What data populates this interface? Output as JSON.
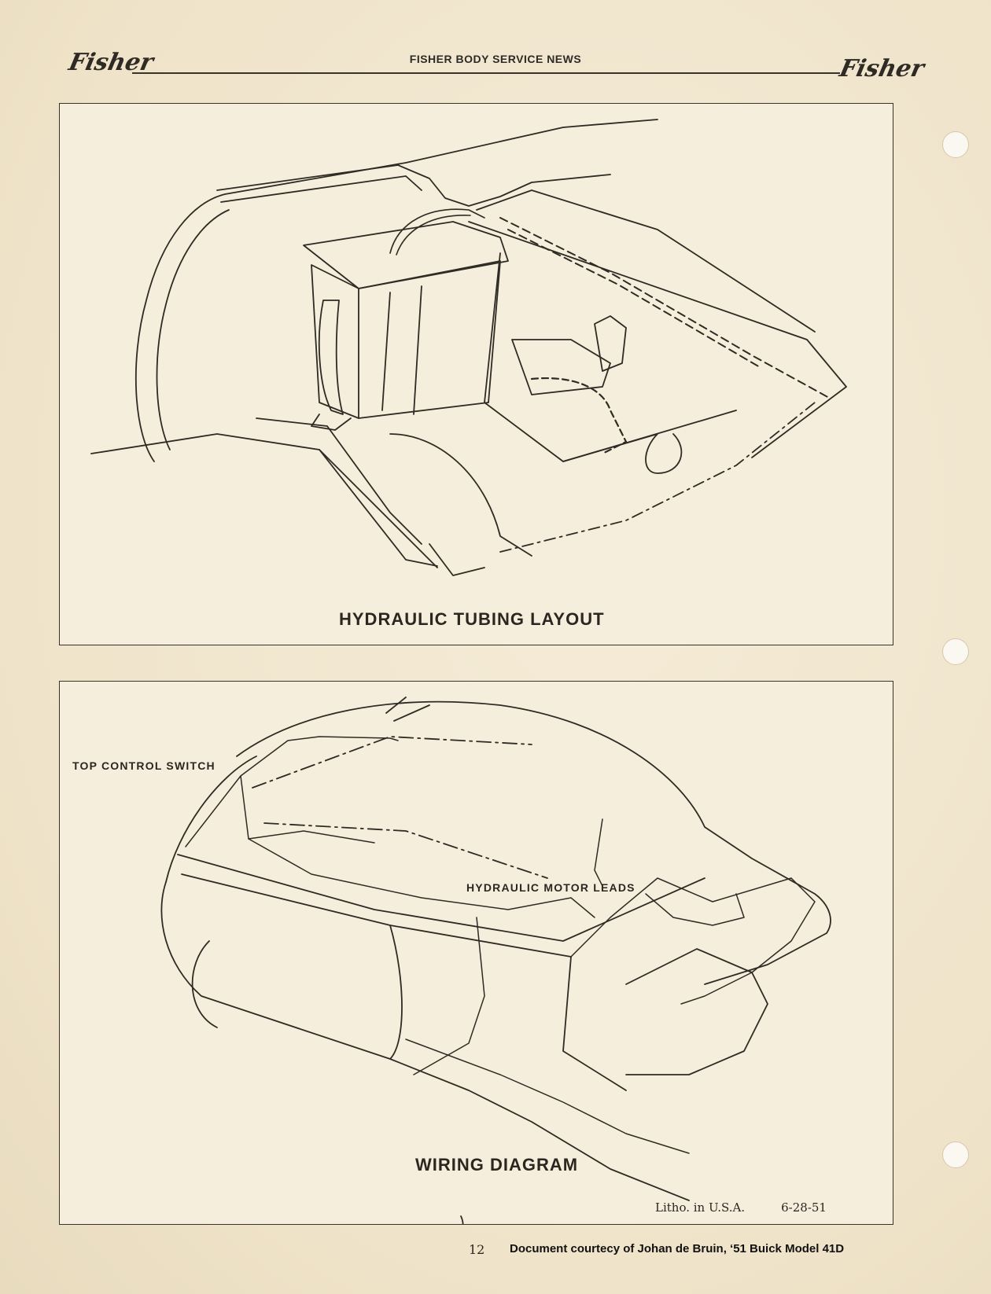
{
  "header": {
    "logo_left": "Fisher",
    "logo_right": "Fisher",
    "title": "FISHER BODY SERVICE NEWS"
  },
  "figure_top": {
    "caption": "HYDRAULIC TUBING LAYOUT"
  },
  "figure_bottom": {
    "caption": "WIRING DIAGRAM",
    "label_top_switch": "TOP CONTROL SWITCH",
    "label_motor_leads": "HYDRAULIC MOTOR LEADS",
    "litho": "Litho. in U.S.A.",
    "date": "6-28-51"
  },
  "footer": {
    "page_number": "12",
    "credit": "Document courtecy of Johan de Bruin, ‘51 Buick Model 41D"
  }
}
